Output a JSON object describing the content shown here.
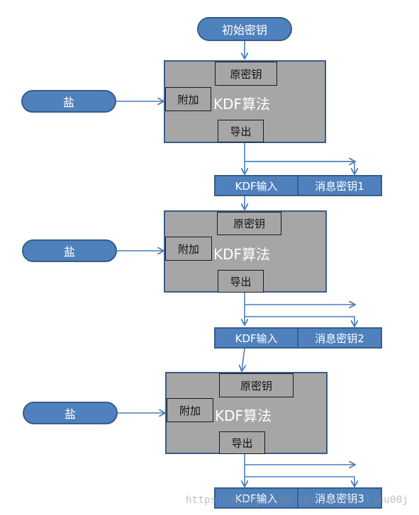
{
  "initial_key": "初始密钥",
  "stages": [
    {
      "salt": "盐",
      "algo_label": "KDF算法",
      "orig_key_label": "原密钥",
      "attach_label": "附加",
      "export_label": "导出",
      "kdf_input_label": "KDF输入",
      "msg_key_label": "消息密钥1"
    },
    {
      "salt": "盐",
      "algo_label": "KDF算法",
      "orig_key_label": "原密钥",
      "attach_label": "附加",
      "export_label": "导出",
      "kdf_input_label": "KDF输入",
      "msg_key_label": "消息密钥2"
    },
    {
      "salt": "盐",
      "algo_label": "KDF算法",
      "orig_key_label": "原密钥",
      "attach_label": "附加",
      "export_label": "导出",
      "kdf_input_label": "KDF输入",
      "msg_key_label": "消息密钥3"
    }
  ],
  "watermark": "https://blog.csdn.net/weixin_liau00j",
  "colors": {
    "box_fill": "#4f81bd",
    "box_border": "#385d8a",
    "block_fill": "#a6a6a6",
    "arrow": "#4a7ebb"
  }
}
